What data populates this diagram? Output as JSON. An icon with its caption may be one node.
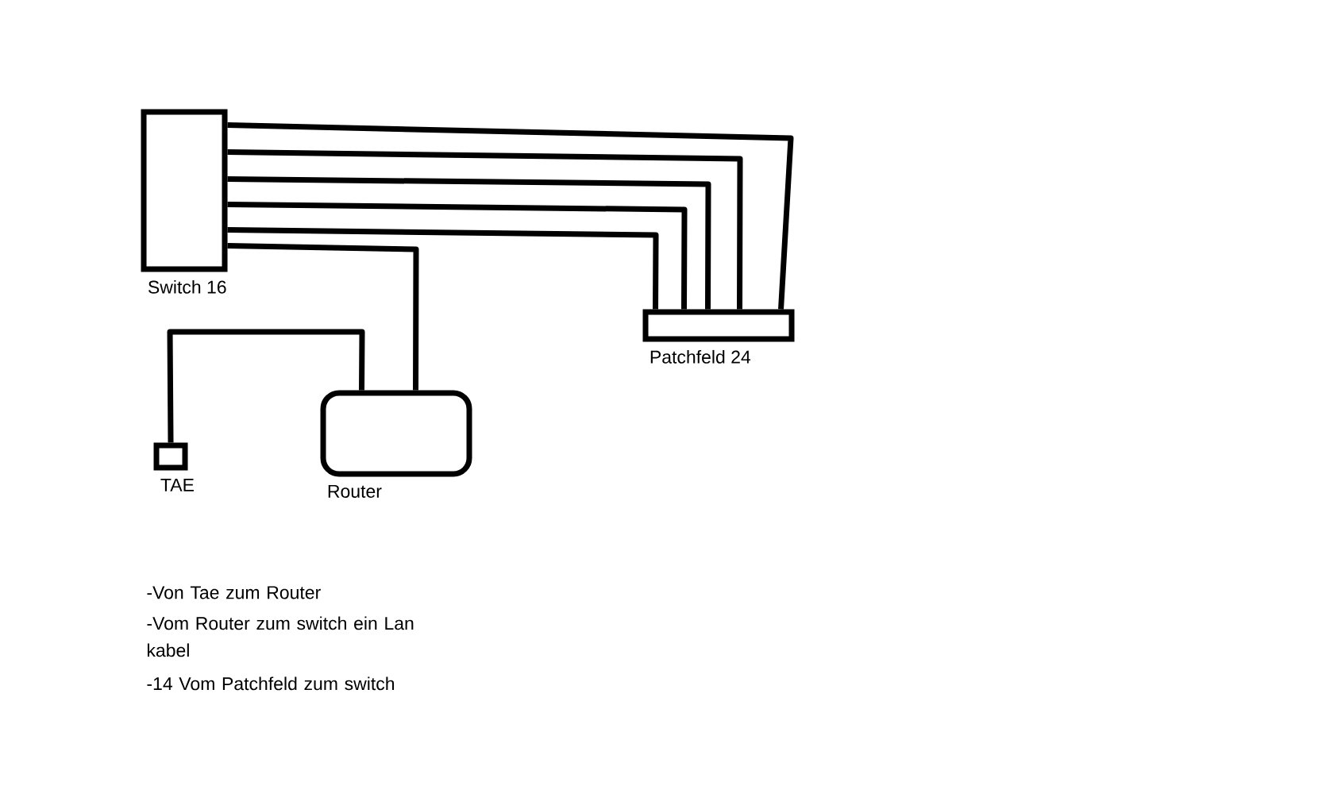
{
  "diagram": {
    "nodes": [
      {
        "text": [
          "Switch 16"
        ]
      },
      {
        "text": [
          "Patchfeld 24"
        ]
      },
      {
        "text": [
          "TAE"
        ]
      },
      {
        "text": [
          "Router"
        ]
      }
    ],
    "edges": [
      {
        "from": 0,
        "to": 1,
        "arrow": "none"
      },
      {
        "from": 0,
        "to": 1,
        "arrow": "none"
      },
      {
        "from": 0,
        "to": 1,
        "arrow": "none"
      },
      {
        "from": 0,
        "to": 1,
        "arrow": "none"
      },
      {
        "from": 0,
        "to": 1,
        "arrow": "none"
      },
      {
        "from": 0,
        "to": 3,
        "arrow": "none"
      },
      {
        "from": 2,
        "to": 3,
        "arrow": "none"
      }
    ],
    "labels": [
      "-Von Tae zum Router",
      "-Vom Router zum switch ein Lan kabel",
      "-14 Vom Patchfeld zum switch"
    ]
  }
}
